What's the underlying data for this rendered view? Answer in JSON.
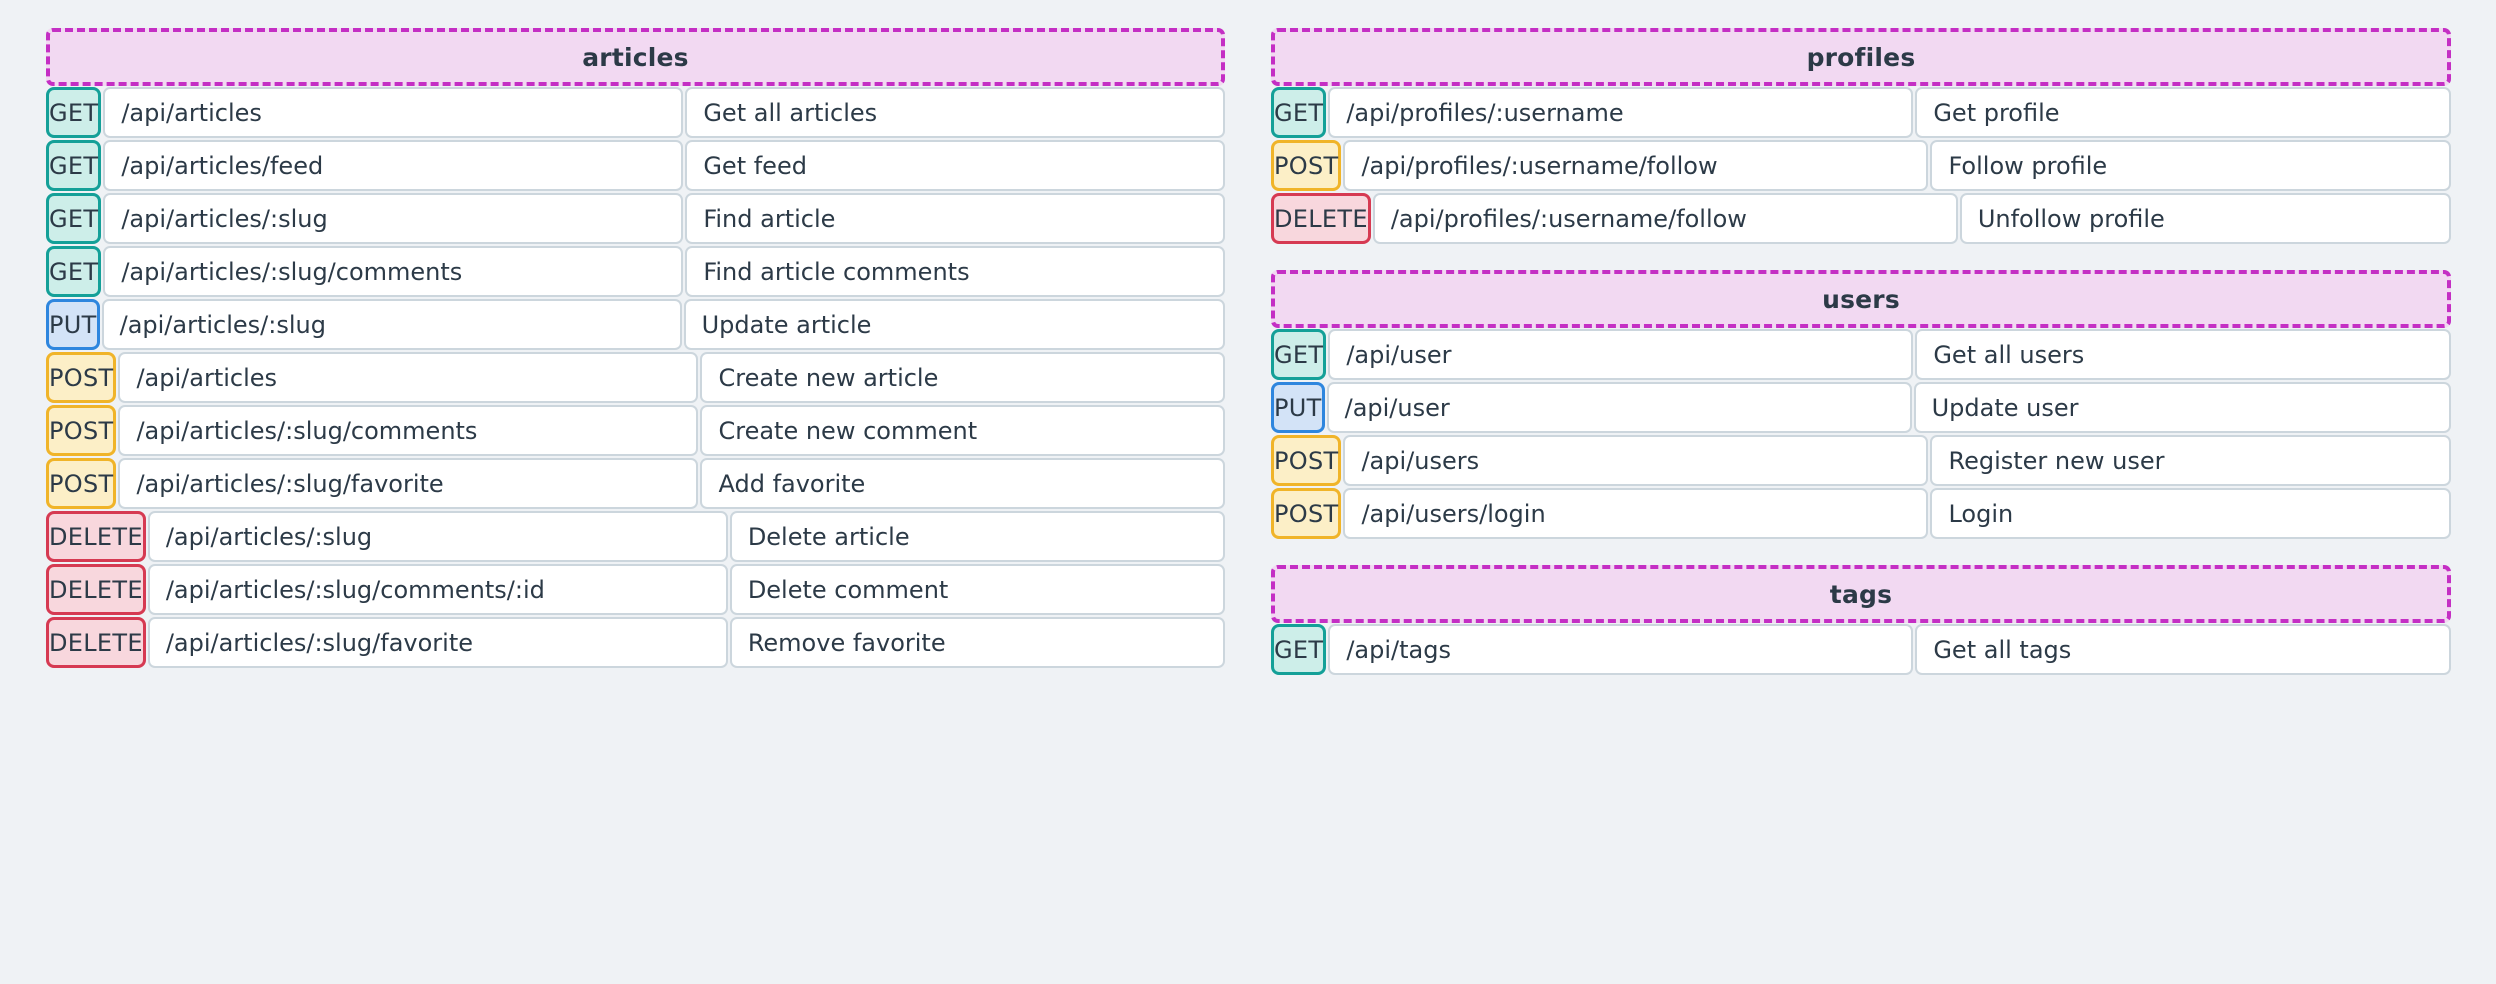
{
  "theme": {
    "background": "#eff2f5",
    "text": "#2c3a47",
    "header_fill": "#f2d9f2",
    "header_border": "#c42fc4",
    "cell_fill": "#ffffff",
    "cell_border": "#ccd6dd",
    "method_colors": {
      "GET": {
        "fill": "#cdeee9",
        "border": "#14a098"
      },
      "PUT": {
        "fill": "#d3e3f7",
        "border": "#2e86de"
      },
      "POST": {
        "fill": "#fcefc7",
        "border": "#f0b429"
      },
      "DELETE": {
        "fill": "#f8d7dd",
        "border": "#d63a52"
      }
    }
  },
  "columns": {
    "left": [
      {
        "title": "articles",
        "rows": [
          {
            "method": "GET",
            "path": "/api/articles",
            "description": "Get all articles"
          },
          {
            "method": "GET",
            "path": "/api/articles/feed",
            "description": "Get feed"
          },
          {
            "method": "GET",
            "path": "/api/articles/:slug",
            "description": "Find article"
          },
          {
            "method": "GET",
            "path": "/api/articles/:slug/comments",
            "description": "Find article comments"
          },
          {
            "method": "PUT",
            "path": "/api/articles/:slug",
            "description": "Update article"
          },
          {
            "method": "POST",
            "path": "/api/articles",
            "description": "Create new article"
          },
          {
            "method": "POST",
            "path": "/api/articles/:slug/comments",
            "description": "Create new comment"
          },
          {
            "method": "POST",
            "path": "/api/articles/:slug/favorite",
            "description": "Add favorite"
          },
          {
            "method": "DELETE",
            "path": "/api/articles/:slug",
            "description": "Delete article"
          },
          {
            "method": "DELETE",
            "path": "/api/articles/:slug/comments/:id",
            "description": "Delete comment"
          },
          {
            "method": "DELETE",
            "path": "/api/articles/:slug/favorite",
            "description": "Remove favorite"
          }
        ]
      }
    ],
    "right": [
      {
        "title": "profiles",
        "rows": [
          {
            "method": "GET",
            "path": "/api/profiles/:username",
            "description": "Get profile"
          },
          {
            "method": "POST",
            "path": "/api/profiles/:username/follow",
            "description": "Follow profile"
          },
          {
            "method": "DELETE",
            "path": "/api/profiles/:username/follow",
            "description": "Unfollow profile"
          }
        ]
      },
      {
        "title": "users",
        "rows": [
          {
            "method": "GET",
            "path": "/api/user",
            "description": "Get all users"
          },
          {
            "method": "PUT",
            "path": "/api/user",
            "description": "Update user"
          },
          {
            "method": "POST",
            "path": "/api/users",
            "description": "Register new user"
          },
          {
            "method": "POST",
            "path": "/api/users/login",
            "description": "Login"
          }
        ]
      },
      {
        "title": "tags",
        "rows": [
          {
            "method": "GET",
            "path": "/api/tags",
            "description": "Get all tags"
          }
        ]
      }
    ]
  }
}
